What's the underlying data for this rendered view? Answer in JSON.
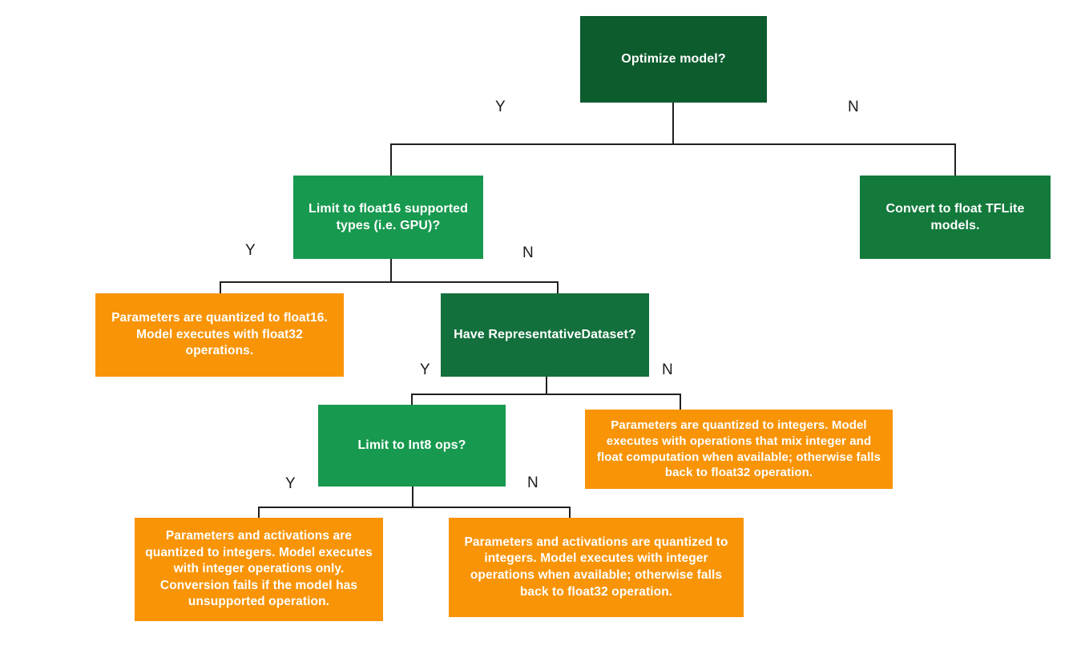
{
  "diagram": {
    "title": "TensorFlow Lite post-training quantization decision tree",
    "colors": {
      "root": "#0d5c2e",
      "decision": "#17994f",
      "decision_alt": "#137a3c",
      "decision_alt2": "#13703c",
      "outcome": "#f89406",
      "edge": "#202020",
      "text": "#ffffff",
      "label": "#1a1a1a",
      "background": "#ffffff"
    },
    "nodes": [
      {
        "id": "optimize",
        "kind": "decision",
        "text": "Optimize model?"
      },
      {
        "id": "float16-types",
        "kind": "decision",
        "text": "Limit to float16 supported types (i.e. GPU)?"
      },
      {
        "id": "convert-float",
        "kind": "outcome-green",
        "text": "Convert to float TFLite models."
      },
      {
        "id": "float16-result",
        "kind": "outcome",
        "text": "Parameters are quantized to float16. Model executes with float32 operations."
      },
      {
        "id": "have-dataset",
        "kind": "decision",
        "text": "Have RepresentativeDataset?"
      },
      {
        "id": "int8-ops",
        "kind": "decision",
        "text": "Limit to Int8 ops?"
      },
      {
        "id": "mixed-int-result",
        "kind": "outcome",
        "text": "Parameters are quantized to integers. Model executes with operations that mix integer and float computation when available; otherwise falls back to float32 operation."
      },
      {
        "id": "int-only-result",
        "kind": "outcome",
        "text": "Parameters and activations are quantized to integers. Model executes with integer operations only. Conversion fails if the model has unsupported operation."
      },
      {
        "id": "int-fallback-result",
        "kind": "outcome",
        "text": "Parameters and activations are quantized to integers. Model executes with integer operations when available; otherwise falls back to float32 operation."
      }
    ],
    "branch_labels": {
      "l1_yes": "Y",
      "l1_no": "N",
      "l2_yes": "Y",
      "l2_no": "N",
      "l3_yes": "Y",
      "l3_no": "N",
      "l4_yes": "Y",
      "l4_no": "N"
    }
  }
}
